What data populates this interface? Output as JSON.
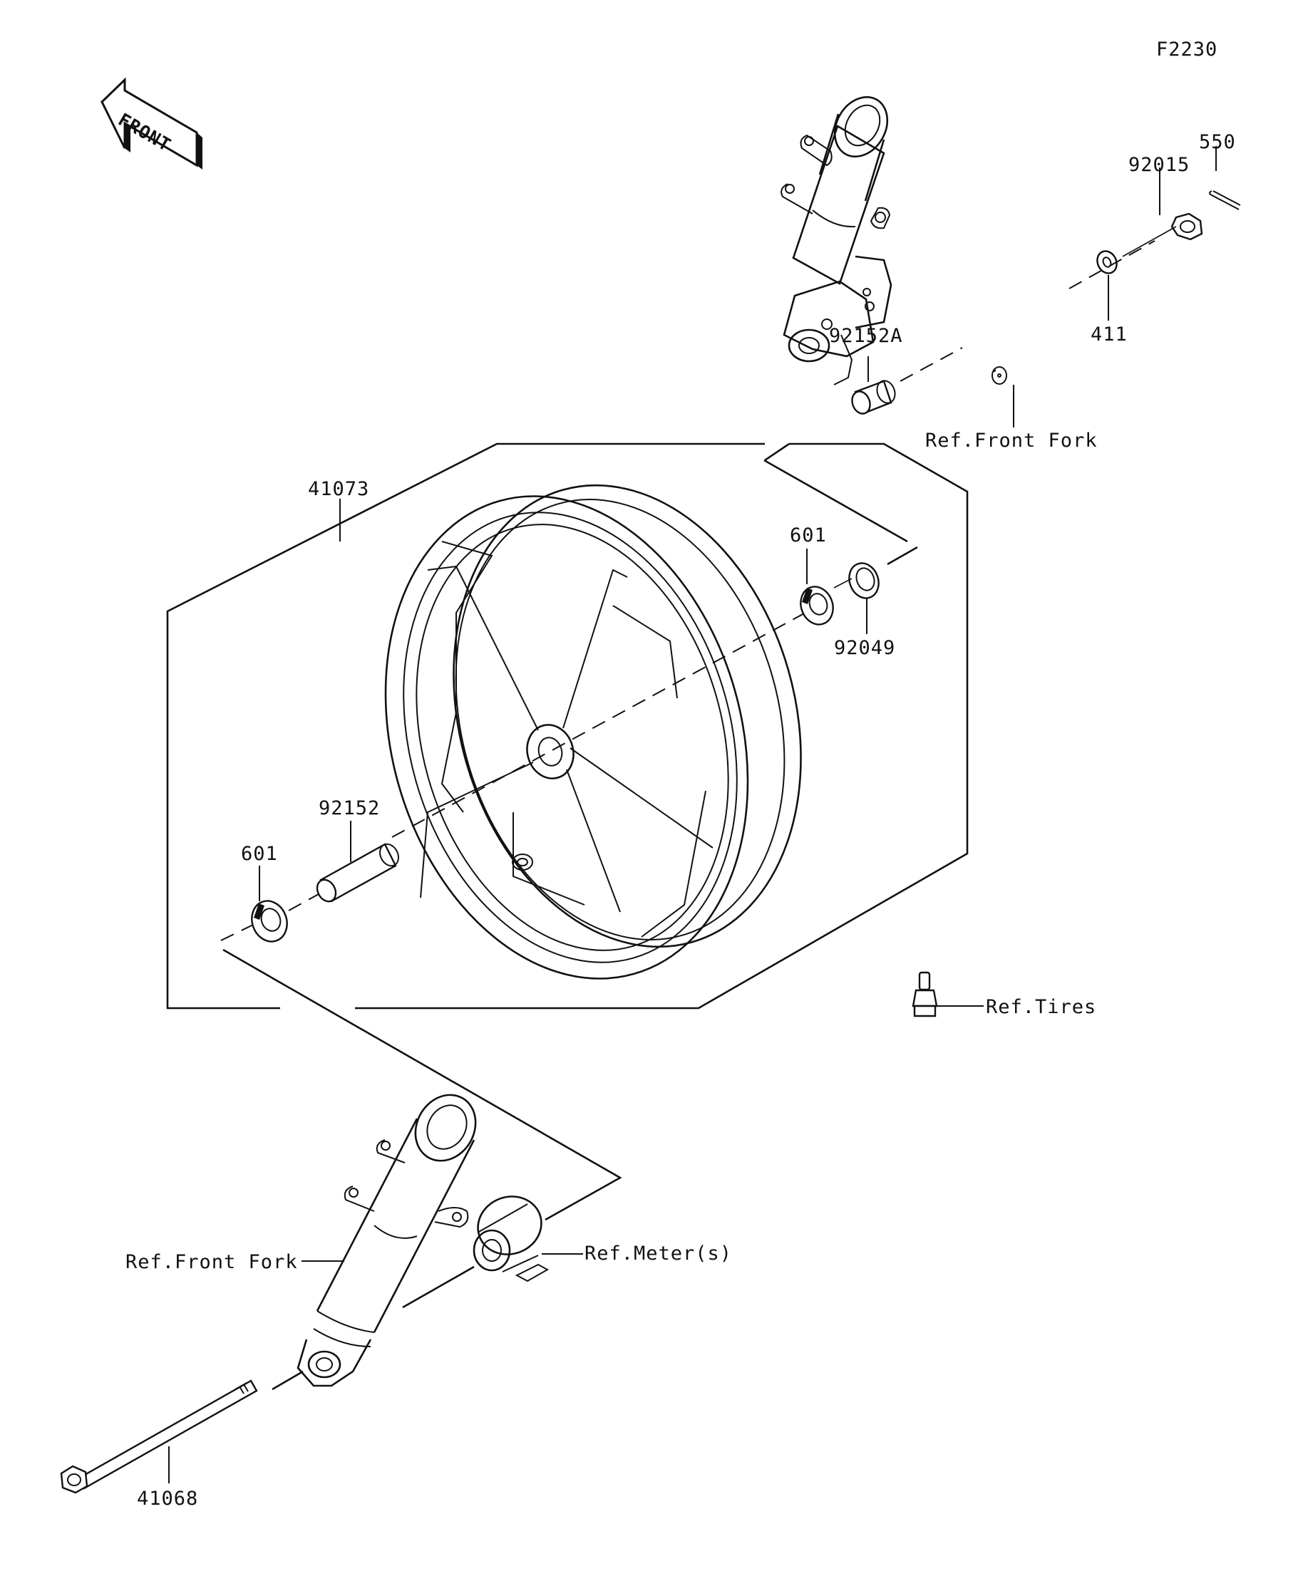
{
  "figure_code": "F2230",
  "front_arrow": "FRONT",
  "labels": {
    "p550": "550",
    "p92015": "92015",
    "p411": "411",
    "p92152A": "92152A",
    "ref_front_fork_top": "Ref.Front Fork",
    "p41073": "41073",
    "p601_upper": "601",
    "p92049": "92049",
    "p92152": "92152",
    "p601_lower": "601",
    "ref_tires": "Ref.Tires",
    "ref_front_fork_bottom": "Ref.Front Fork",
    "ref_meters": "Ref.Meter(s)",
    "p41068": "41068"
  }
}
